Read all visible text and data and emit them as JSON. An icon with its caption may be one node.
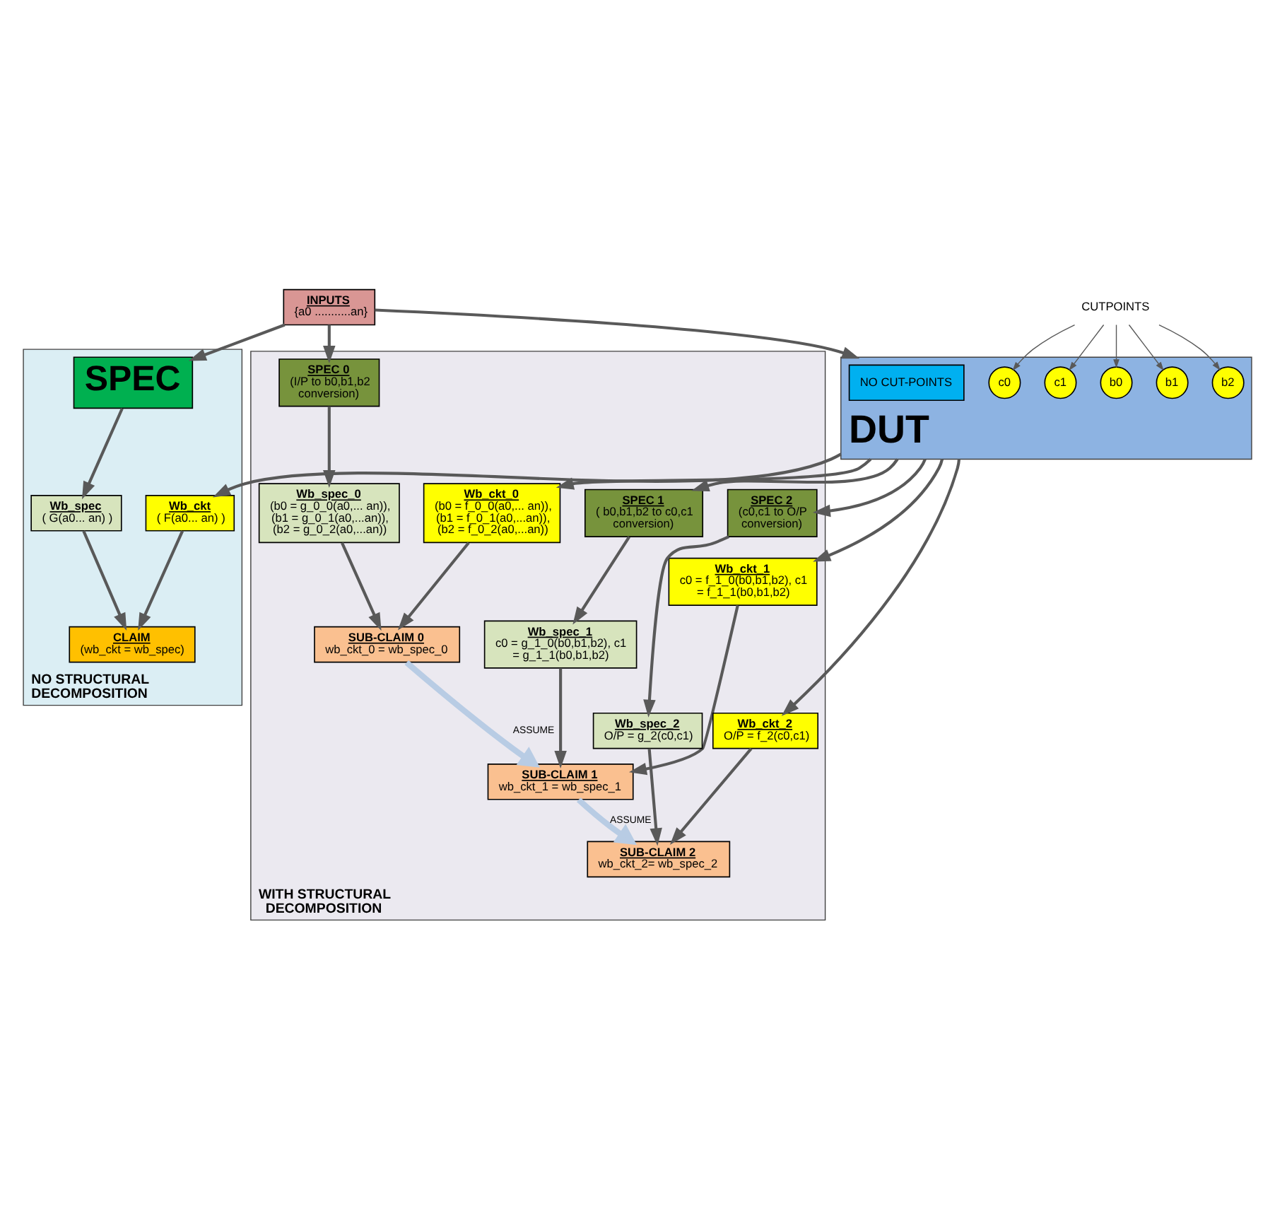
{
  "diagram": {
    "nodes": [
      {
        "text": [
          "NO STRUCTURAL DECOMPOSITION"
        ]
      },
      {
        "text": [
          "WITH STRUCTURAL DECOMPOSITION"
        ]
      },
      {
        "text": [
          "INPUTS",
          "{a0 ...........an}"
        ]
      },
      {
        "text": [
          "SPEC"
        ],
        "in": 0
      },
      {
        "text": [
          "DUT"
        ]
      },
      {
        "text": [
          "NO CUT-POINTS"
        ],
        "in": 4
      },
      {
        "text": [
          "CUTPOINTS"
        ]
      },
      {
        "text": [
          "b0"
        ],
        "in": 4
      },
      {
        "text": [
          "b1"
        ],
        "in": 4
      },
      {
        "text": [
          "b2"
        ],
        "in": 4
      },
      {
        "text": [
          "c0"
        ],
        "in": 4
      },
      {
        "text": [
          "c1"
        ],
        "in": 4
      },
      {
        "text": [
          "Wb_spec",
          "( G(a0... an) )"
        ],
        "in": 0
      },
      {
        "text": [
          "Wb_ckt",
          "( F(a0... an) )"
        ],
        "in": 0
      },
      {
        "text": [
          "CLAIM",
          "(wb_ckt = wb_spec)"
        ],
        "in": 0
      },
      {
        "text": [
          "SPEC 0",
          "(I/P to b0,b1,b2 conversion)"
        ],
        "in": 1
      },
      {
        "text": [
          "Wb_spec_0",
          "(b0 = g_0_0(a0,... an)), (b1 = g_0_1(a0,...an)), (b2 = g_0_2(a0,...an))"
        ],
        "in": 1
      },
      {
        "text": [
          "Wb_ckt_0",
          "(b0 = f_0_0(a0,... an)), (b1 = f_0_1(a0,...an)), (b2 = f_0_2(a0,...an))"
        ],
        "in": 1
      },
      {
        "text": [
          "SUB-CLAIM 0",
          "wb_ckt_0 = wb_spec_0"
        ],
        "in": 1
      },
      {
        "text": [
          "SPEC 1",
          "( b0,b1,b2 to c0,c1 conversion)"
        ],
        "in": 1
      },
      {
        "text": [
          "Wb_spec_1",
          "c0 = g_1_0(b0,b1,b2), c1 = g_1_1(b0,b1,b2)"
        ],
        "in": 1
      },
      {
        "text": [
          "Wb_ckt_1",
          "c0 = f_1_0(b0,b1,b2), c1 = f_1_1(b0,b1,b2)"
        ],
        "in": 1
      },
      {
        "text": [
          "SUB-CLAIM 1",
          "wb_ckt_1 = wb_spec_1"
        ],
        "in": 1
      },
      {
        "text": [
          "SPEC 2",
          "(c0,c1 to O/P conversion)"
        ],
        "in": 1
      },
      {
        "text": [
          "Wb_spec_2",
          "O/P = g_2(c0,c1)"
        ],
        "in": 1
      },
      {
        "text": [
          "Wb_ckt_2",
          "O/P = f_2(c0,c1)"
        ],
        "in": 1
      },
      {
        "text": [
          "SUB-CLAIM 2",
          "wb_ckt_2= wb_spec_2"
        ],
        "in": 1
      }
    ],
    "edges": [
      {
        "from": 2,
        "to": 3,
        "arrow": "to"
      },
      {
        "from": 2,
        "to": 4,
        "arrow": "to"
      },
      {
        "from": 2,
        "to": 15,
        "arrow": "to"
      },
      {
        "from": 6,
        "to": 7,
        "arrow": "to"
      },
      {
        "from": 6,
        "to": 8,
        "arrow": "to"
      },
      {
        "from": 6,
        "to": 9,
        "arrow": "to"
      },
      {
        "from": 6,
        "to": 10,
        "arrow": "to"
      },
      {
        "from": 6,
        "to": 11,
        "arrow": "to"
      },
      {
        "from": 3,
        "to": 12,
        "arrow": "to"
      },
      {
        "from": 4,
        "to": 13,
        "arrow": "to"
      },
      {
        "from": 12,
        "to": 14,
        "arrow": "to"
      },
      {
        "from": 13,
        "to": 14,
        "arrow": "to"
      },
      {
        "from": 15,
        "to": 16,
        "arrow": "to"
      },
      {
        "from": 16,
        "to": 18,
        "arrow": "to"
      },
      {
        "from": 4,
        "to": 17,
        "arrow": "to"
      },
      {
        "from": 4,
        "to": 19,
        "arrow": "to"
      },
      {
        "from": 17,
        "to": 18,
        "arrow": "to"
      },
      {
        "from": 18,
        "to": 22,
        "arrow": "to",
        "label": "ASSUME",
        "style": "thick",
        "color": "#b8cce4"
      },
      {
        "from": 19,
        "to": 20,
        "arrow": "to"
      },
      {
        "from": 20,
        "to": 22,
        "arrow": "to"
      },
      {
        "from": 4,
        "to": 21,
        "arrow": "to"
      },
      {
        "from": 4,
        "to": 23,
        "arrow": "to"
      },
      {
        "from": 21,
        "to": 22,
        "arrow": "to"
      },
      {
        "from": 22,
        "to": 26,
        "arrow": "to",
        "label": "ASSUME",
        "style": "thick",
        "color": "#b8cce4"
      },
      {
        "from": 23,
        "to": 24,
        "arrow": "to"
      },
      {
        "from": 24,
        "to": 26,
        "arrow": "to"
      },
      {
        "from": 4,
        "to": 25,
        "arrow": "to"
      },
      {
        "from": 25,
        "to": 26,
        "arrow": "to"
      }
    ]
  }
}
